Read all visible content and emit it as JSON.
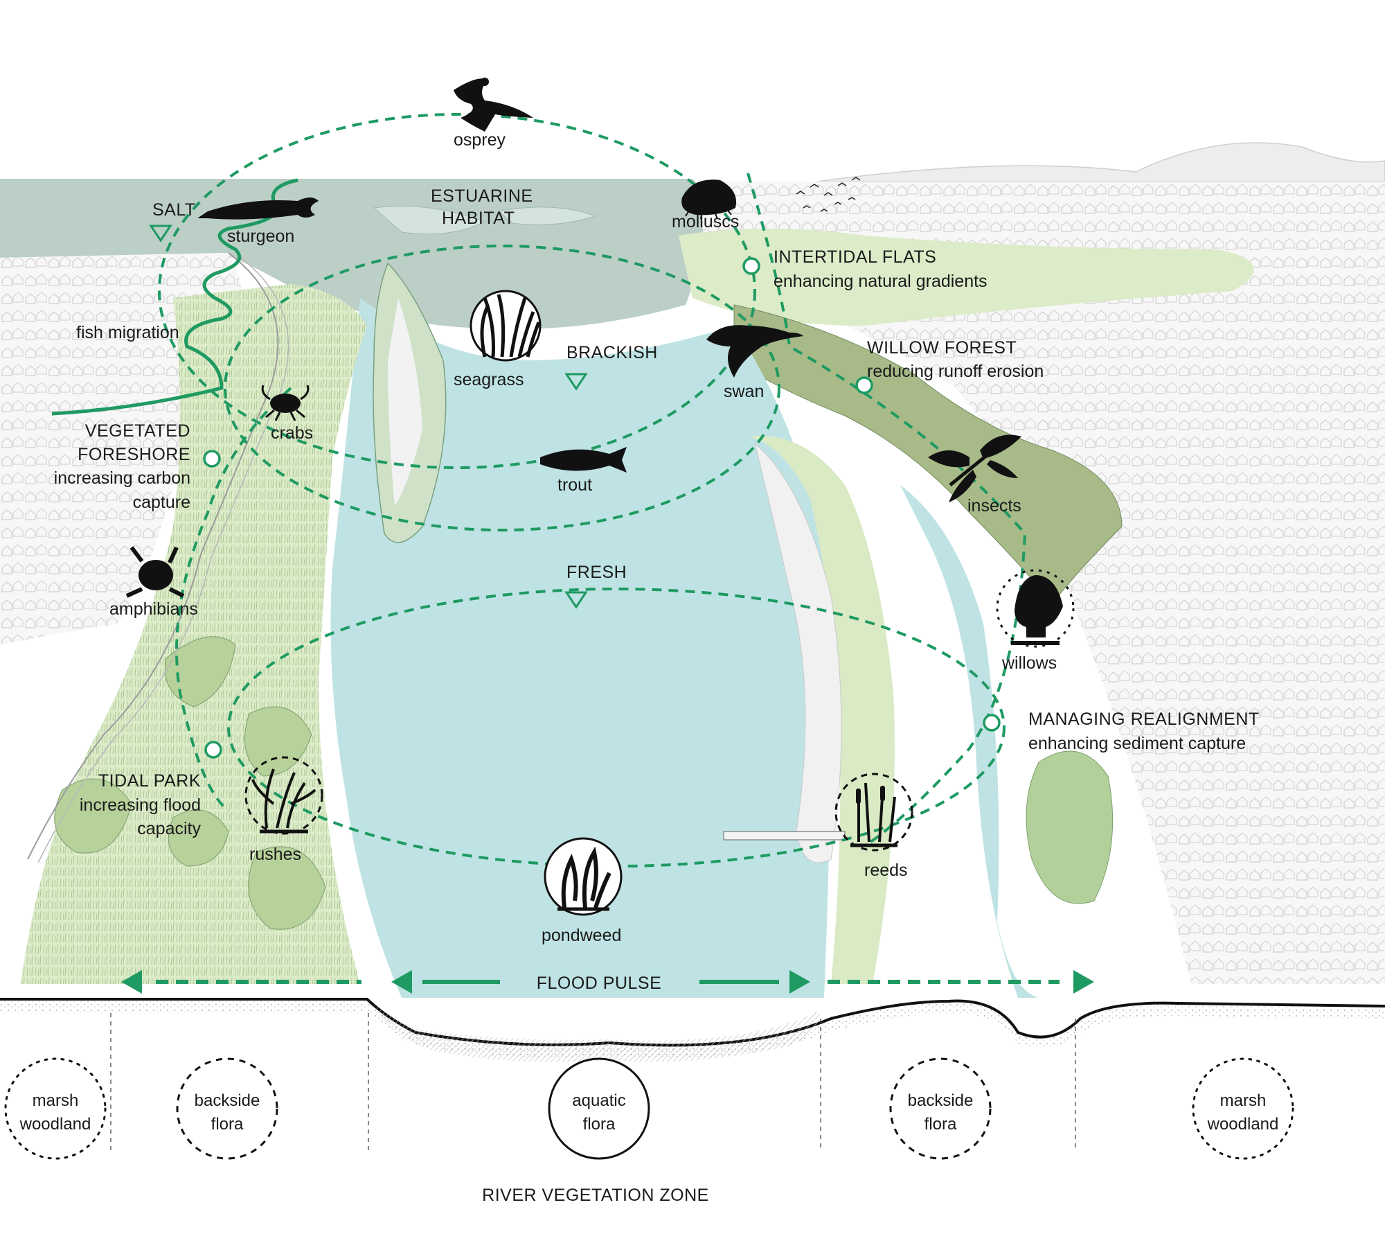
{
  "colors": {
    "accent_green": "#1e9a62",
    "fresh_water": "#bde3e4",
    "estuary": "#bcd0c8",
    "marsh_light": "#dcebc8",
    "marsh_mid": "#b9d19a",
    "willow_forest": "#a8bb8a"
  },
  "water_zones": {
    "salt": "SALT",
    "brackish": "BRACKISH",
    "fresh": "FRESH",
    "estuarine_line1": "ESTUARINE",
    "estuarine_line2": "HABITAT"
  },
  "species": {
    "osprey": "osprey",
    "sturgeon": "sturgeon",
    "molluscs": "molluscs",
    "fish_migration": "fish migration",
    "seagrass": "seagrass",
    "swan": "swan",
    "crabs": "crabs",
    "trout": "trout",
    "insects": "insects",
    "amphibians": "amphibians",
    "willows": "willows",
    "rushes": "rushes",
    "reeds": "reeds",
    "pondweed": "pondweed"
  },
  "interventions": {
    "intertidal": {
      "title": "INTERTIDAL FLATS",
      "subtitle": "enhancing natural gradients"
    },
    "willow_forest": {
      "title": "WILLOW FOREST",
      "subtitle": "reducing runoff erosion"
    },
    "foreshore": {
      "title_line1": "VEGETATED",
      "title_line2": "FORESHORE",
      "sub_line1": "increasing carbon",
      "sub_line2": "capture"
    },
    "tidal_park": {
      "title": "TIDAL PARK",
      "sub_line1": "increasing flood",
      "sub_line2": "capacity"
    },
    "realignment": {
      "title": "MANAGING REALIGNMENT",
      "subtitle": "enhancing sediment capture"
    }
  },
  "flood_pulse": "FLOOD PULSE",
  "vegetation_zones": [
    {
      "line1": "marsh",
      "line2": "woodland",
      "style": "dotted"
    },
    {
      "line1": "backside",
      "line2": "flora",
      "style": "dashed"
    },
    {
      "line1": "aquatic",
      "line2": "flora",
      "style": "solid"
    },
    {
      "line1": "backside",
      "line2": "flora",
      "style": "dashed"
    },
    {
      "line1": "marsh",
      "line2": "woodland",
      "style": "dotted"
    }
  ],
  "zone_caption": "RIVER VEGETATION ZONE"
}
